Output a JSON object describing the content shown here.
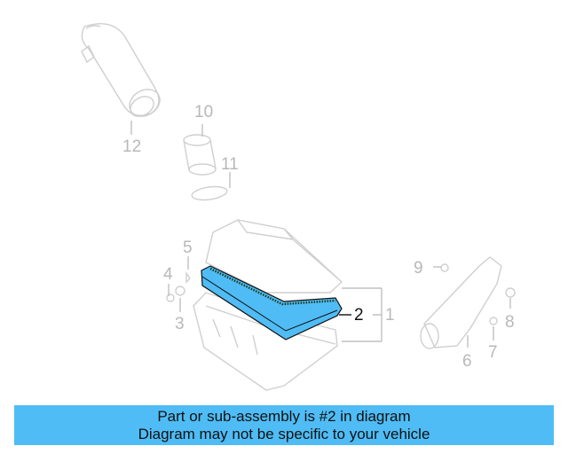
{
  "diagram": {
    "highlighted_part": "2",
    "highlight_color": "#4fbcf5",
    "line_color": "#c8c8c8",
    "callouts": [
      {
        "id": "c1",
        "label": "1"
      },
      {
        "id": "c2",
        "label": "2"
      },
      {
        "id": "c3",
        "label": "3"
      },
      {
        "id": "c4",
        "label": "4"
      },
      {
        "id": "c5",
        "label": "5"
      },
      {
        "id": "c6",
        "label": "6"
      },
      {
        "id": "c7",
        "label": "7"
      },
      {
        "id": "c8",
        "label": "8"
      },
      {
        "id": "c9",
        "label": "9"
      },
      {
        "id": "c10",
        "label": "10"
      },
      {
        "id": "c11",
        "label": "11"
      },
      {
        "id": "c12",
        "label": "12"
      }
    ]
  },
  "banner": {
    "line1": "Part or sub-assembly is #2 in diagram",
    "line2": "Diagram may not be specific to your vehicle",
    "background": "#4fbcf5"
  }
}
